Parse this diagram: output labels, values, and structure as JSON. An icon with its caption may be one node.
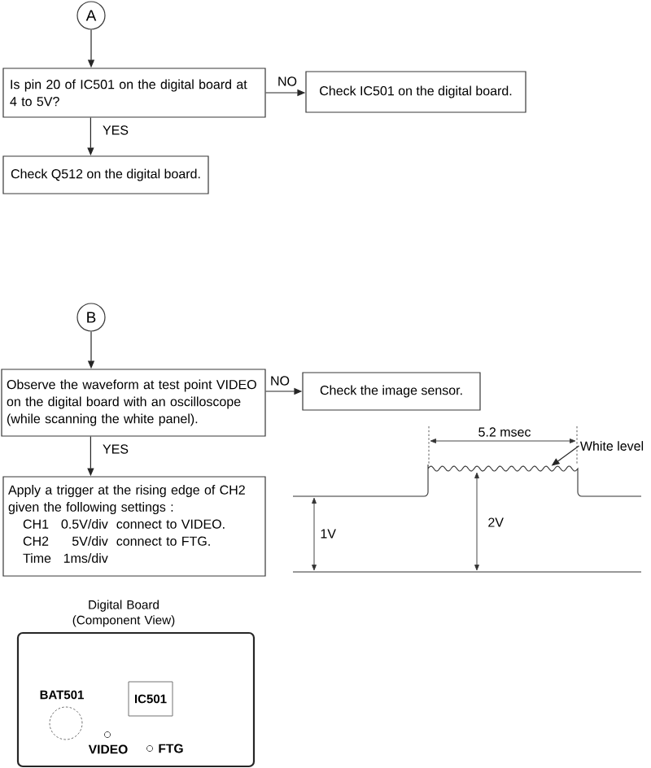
{
  "diagram": {
    "nodes": [
      {
        "text": [
          "A"
        ]
      },
      {
        "text": [
          "Is pin 20 of IC501 on the digital board at 4 to 5V?"
        ]
      },
      {
        "text": [
          "Check IC501 on the digital board."
        ]
      },
      {
        "text": [
          "Check Q512 on the digital board."
        ]
      },
      {
        "text": [
          "B"
        ]
      },
      {
        "text": [
          "Observe the waveform at test point VIDEO on the digital board with an oscilloscope (while scanning the white panel)."
        ]
      },
      {
        "text": [
          "Check the image sensor."
        ]
      },
      {
        "text": [
          "Apply a trigger at the rising edge of CH2 given the following settings :",
          "CH1",
          "0.5V/div",
          "connect to VIDEO.",
          "CH2",
          "5V/div",
          "connect to FTG.",
          "Time",
          "1ms/div"
        ]
      },
      {
        "text": [
          "White level"
        ]
      },
      {
        "text": [],
        "shape": "picture"
      },
      {
        "text": [
          "Digital Board (Component View)"
        ]
      },
      {
        "text": [
          "BAT501"
        ],
        "in": 10
      },
      {
        "text": [
          "IC501"
        ],
        "in": 10
      }
    ],
    "edges": [
      {
        "from": 0,
        "to": 1,
        "arrow": "to"
      },
      {
        "from": 1,
        "to": 2,
        "arrow": "to",
        "label": "NO"
      },
      {
        "from": 1,
        "to": 3,
        "arrow": "to",
        "label": "YES"
      },
      {
        "from": 4,
        "to": 5,
        "arrow": "to"
      },
      {
        "from": 5,
        "to": 6,
        "arrow": "to",
        "label": "NO"
      },
      {
        "from": 5,
        "to": 7,
        "arrow": "to",
        "label": "YES"
      },
      {
        "from": 8,
        "to": 9,
        "arrow": "to"
      }
    ],
    "labels": [
      "5.2 msec",
      "2V",
      "1V",
      "VIDEO",
      "FTG"
    ]
  }
}
